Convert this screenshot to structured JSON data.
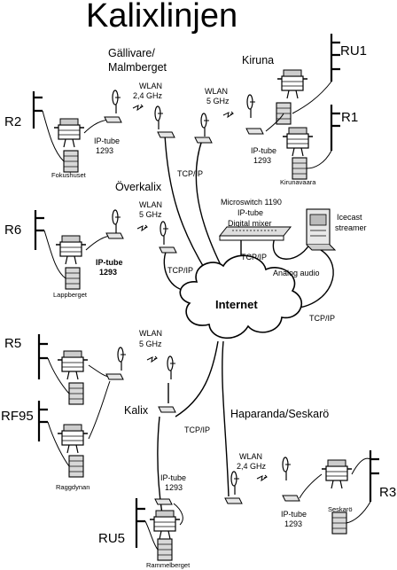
{
  "title": "Kalixlinjen",
  "center": {
    "label": "Internet"
  },
  "sites": {
    "gallivare": {
      "name_line1": "Gällivare/",
      "name_line2": "Malmberget"
    },
    "kiruna": {
      "name": "Kiruna",
      "receivers": [
        "RU1",
        "R1"
      ],
      "ip_tube_line1": "IP-tube",
      "ip_tube_line2": "1293",
      "location": "Kirunavaara"
    },
    "fokushuset": {
      "receiver": "R2",
      "ip_tube_line1": "IP-tube",
      "ip_tube_line2": "1293",
      "location": "Fokushuset"
    },
    "overkalix": {
      "name": "Överkalix"
    },
    "lappberget": {
      "receiver": "R6",
      "ip_tube_line1": "IP-tube",
      "ip_tube_line2": "1293",
      "location": "Lappberget"
    },
    "raggdynan": {
      "receivers": [
        "R5",
        "RF95"
      ],
      "location": "Raggdynan"
    },
    "kalix": {
      "name": "Kalix",
      "ip_tube_line1": "IP-tube",
      "ip_tube_line2": "1293"
    },
    "rammelberget": {
      "receiver": "RU5",
      "location": "Rammelberget"
    },
    "haparanda": {
      "name": "Haparanda/Seskarö",
      "receiver": "R3",
      "ip_tube_line1": "IP-tube",
      "ip_tube_line2": "1293",
      "location": "Seskarö"
    },
    "studio": {
      "mixer_line1": "Microswitch 1190",
      "mixer_line2": "IP-tube",
      "mixer_line3": "Digital mixer",
      "streamer_line1": "Icecast",
      "streamer_line2": "streamer",
      "audio_label": "Analog audio"
    }
  },
  "links": {
    "wlan_gallivare": {
      "line1": "WLAN",
      "line2": "2,4 GHz"
    },
    "wlan_kiruna": {
      "line1": "WLAN",
      "line2": "5 GHz"
    },
    "wlan_overkalix": {
      "line1": "WLAN",
      "line2": "5 GHz"
    },
    "wlan_raggdynan": {
      "line1": "WLAN",
      "line2": "5 GHz"
    },
    "wlan_haparanda": {
      "line1": "WLAN",
      "line2": "2,4 GHz"
    },
    "tcpip_label": "TCP/IP"
  }
}
